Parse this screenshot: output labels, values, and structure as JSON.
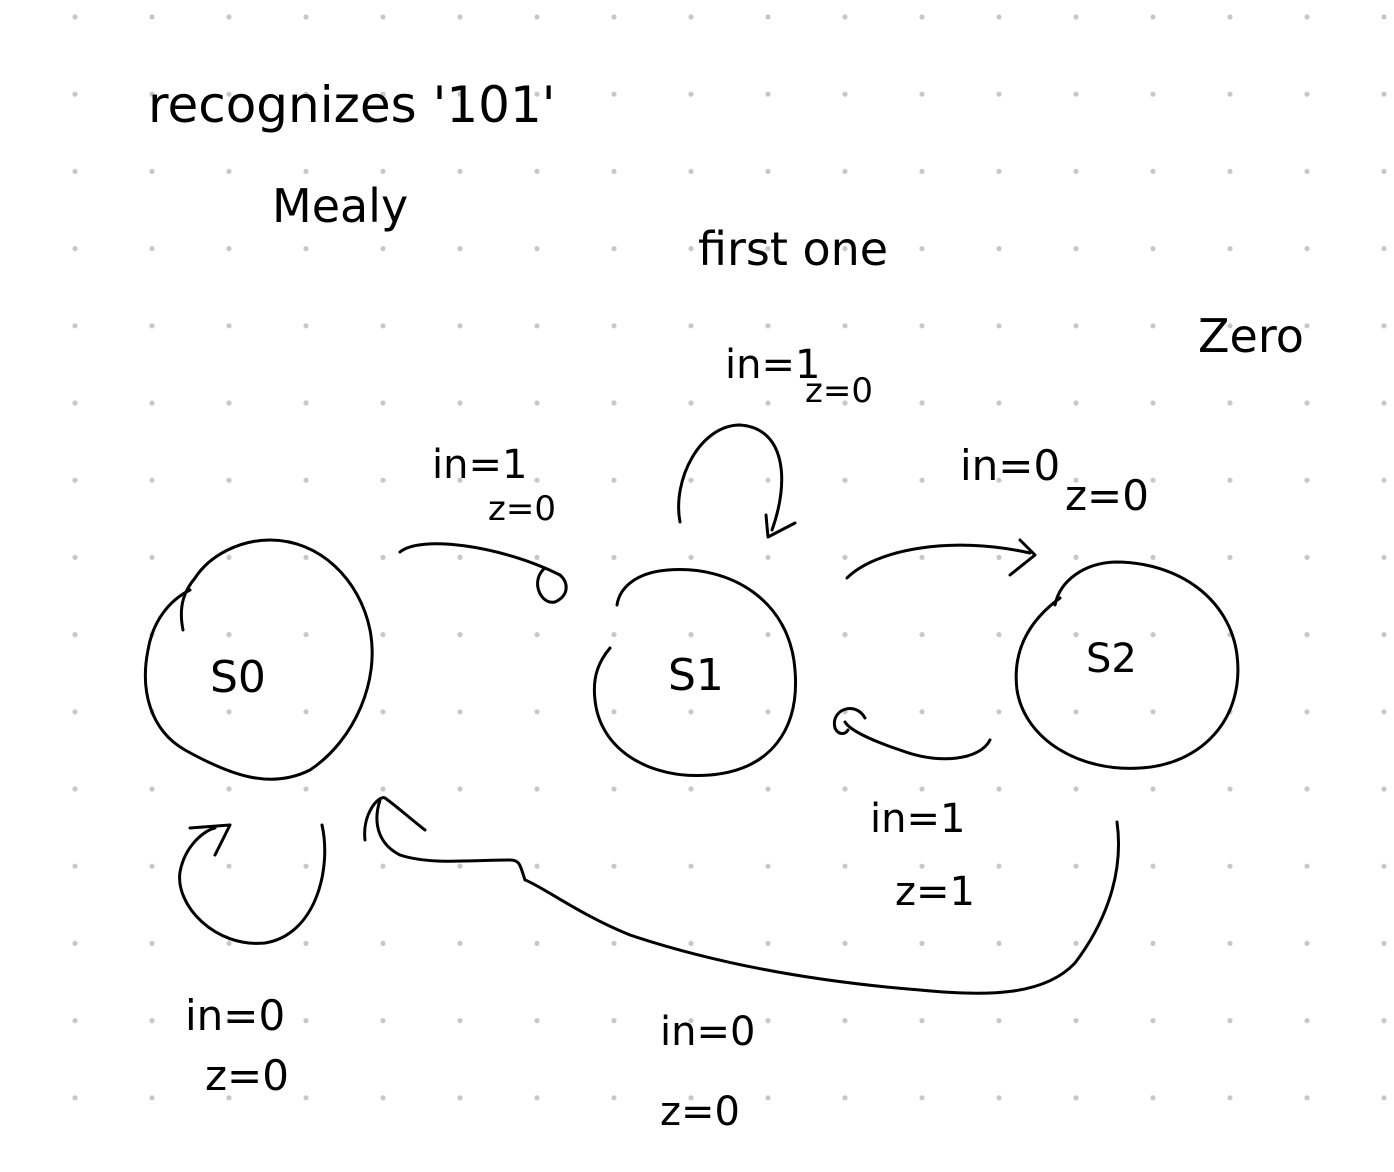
{
  "notes": {
    "title": "recognizes '101'",
    "machine_type": "Mealy"
  },
  "states": [
    {
      "id": "s0",
      "label": "S0"
    },
    {
      "id": "s1",
      "label": "S1",
      "caption": "first one"
    },
    {
      "id": "s2",
      "label": "S2",
      "caption": "Zero"
    }
  ],
  "transitions": [
    {
      "id": "s0-self",
      "input_label": "in=0",
      "output_label": "z=0"
    },
    {
      "id": "s0-to-s1",
      "input_label": "in=1",
      "output_label": "z=0"
    },
    {
      "id": "s1-self",
      "input_label": "in=1",
      "output_label": "z=0"
    },
    {
      "id": "s1-to-s2",
      "input_label": "in=0",
      "output_label": "z=0"
    },
    {
      "id": "s2-to-s1",
      "input_label": "in=1",
      "output_label": "z=1"
    },
    {
      "id": "s2-to-s0",
      "input_label": "in=0",
      "output_label": "z=0"
    }
  ],
  "style": {
    "ink": "#000000",
    "grid_dot": "#c8c8c8",
    "paper": "#ffffff"
  }
}
